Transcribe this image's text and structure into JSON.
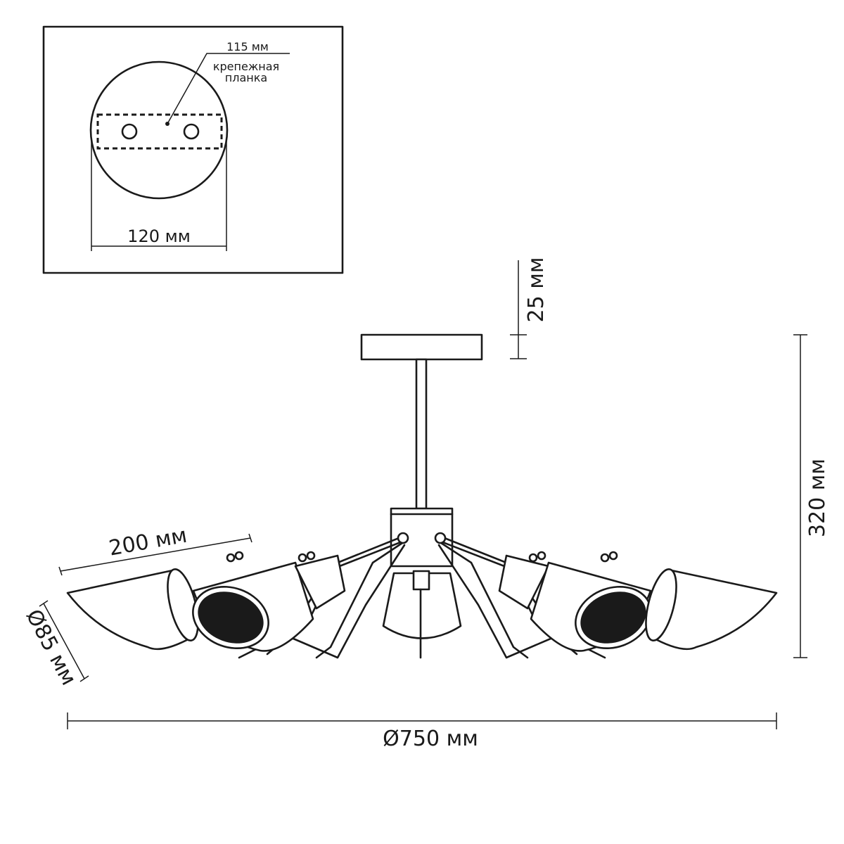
{
  "inset": {
    "plate_width_label": "115 мм",
    "plate_name_line1": "крепежная",
    "plate_name_line2": "планка",
    "base_diameter_label": "120 мм"
  },
  "dimensions": {
    "canopy_height": "25 мм",
    "total_height": "320 мм",
    "shade_length": "200 мм",
    "shade_diameter": "Ø85 мм",
    "total_diameter": "Ø750 мм"
  },
  "colors": {
    "line": "#1a1a1a",
    "background": "#ffffff"
  }
}
